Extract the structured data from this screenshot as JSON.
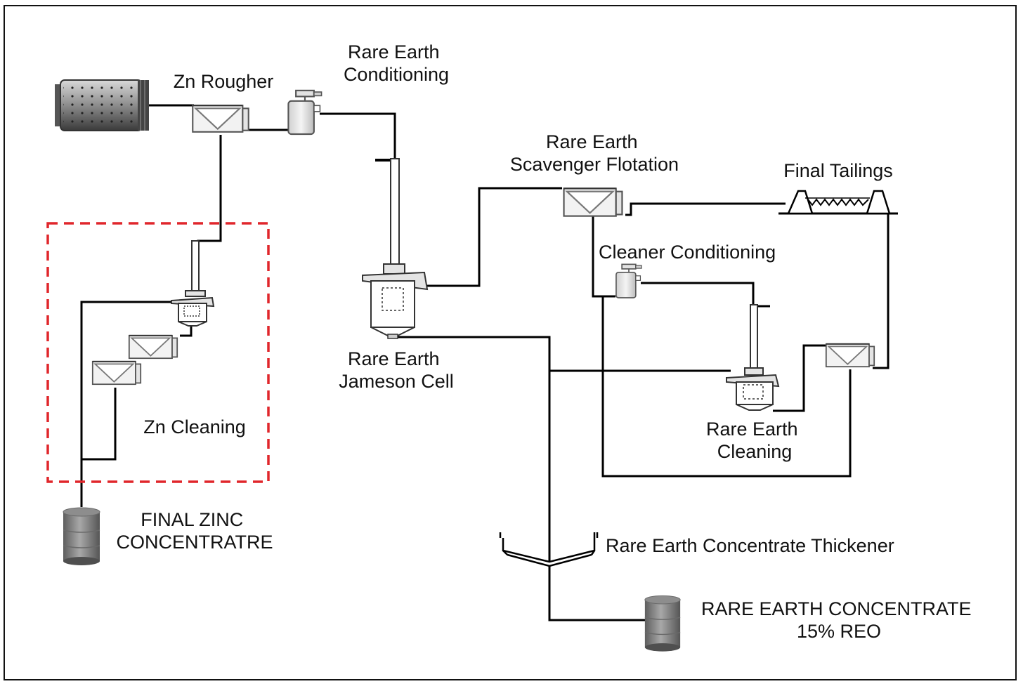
{
  "diagram": {
    "labels": {
      "zn_rougher": "Zn Rougher",
      "re_conditioning": [
        "Rare Earth",
        "Conditioning"
      ],
      "re_scavenger": [
        "Rare Earth",
        "Scavenger Flotation"
      ],
      "final_tailings": "Final Tailings",
      "cleaner_conditioning": "Cleaner Conditioning",
      "re_jameson": [
        "Rare Earth",
        "Jameson Cell"
      ],
      "zn_cleaning": "Zn Cleaning",
      "re_cleaning": [
        "Rare Earth",
        "Cleaning"
      ],
      "final_zinc": [
        "FINAL ZINC",
        "CONCENTRATRE"
      ],
      "re_thickener": "Rare Earth Concentrate Thickener",
      "re_concentrate": [
        "RARE EARTH CONCENTRATE",
        "15% REO"
      ]
    },
    "colors": {
      "pipe": "#000000",
      "highlight_box": "#e0262b",
      "equipment_fill": "#f2f2f2",
      "drum": "#7a7a7a"
    }
  }
}
